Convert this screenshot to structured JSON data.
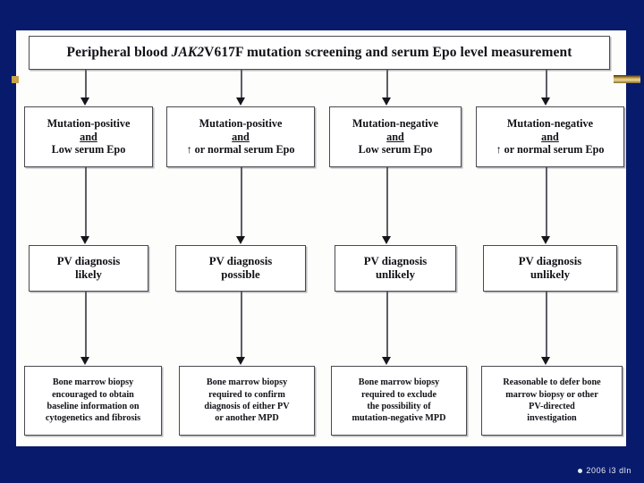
{
  "slide": {
    "background_color": "#071a6b",
    "figure_background": "#fdfdfb",
    "accent_color": "#c8a24a",
    "copyright": "2006 i3 dln"
  },
  "flowchart": {
    "title": {
      "prefix": "Peripheral blood ",
      "gene_italic": "JAK2",
      "gene_rest": "V617F",
      "suffix": " mutation screening and serum Epo level measurement",
      "full_text": "Peripheral blood JAK2V617F mutation screening and serum Epo level measurement"
    },
    "branches": [
      {
        "id": "branch-1",
        "test_result": {
          "line1": "Mutation-positive",
          "line2": "and",
          "line3": "Low serum Epo"
        },
        "diagnosis": {
          "line1": "PV diagnosis",
          "line2": "likely"
        },
        "recommendation": "Bone marrow biopsy encouraged to obtain baseline information on cytogenetics and fibrosis",
        "recommendation_lines": [
          "Bone marrow biopsy",
          "encouraged to obtain",
          "baseline information on",
          "cytogenetics and fibrosis"
        ]
      },
      {
        "id": "branch-2",
        "test_result": {
          "line1": "Mutation-positive",
          "line2": "and",
          "line3": "↑ or normal serum Epo"
        },
        "diagnosis": {
          "line1": "PV diagnosis",
          "line2": "possible"
        },
        "recommendation": "Bone marrow biopsy required to confirm diagnosis of either PV or another MPD",
        "recommendation_lines": [
          "Bone marrow biopsy",
          "required to confirm",
          "diagnosis of either PV",
          "or another MPD"
        ]
      },
      {
        "id": "branch-3",
        "test_result": {
          "line1": "Mutation-negative",
          "line2": "and",
          "line3": "Low serum Epo"
        },
        "diagnosis": {
          "line1": "PV diagnosis",
          "line2": "unlikely"
        },
        "recommendation": "Bone marrow biopsy required to exclude the possibility of mutation-negative MPD",
        "recommendation_lines": [
          "Bone marrow biopsy",
          "required to exclude",
          "the possibility of",
          "mutation-negative MPD"
        ]
      },
      {
        "id": "branch-4",
        "test_result": {
          "line1": "Mutation-negative",
          "line2": "and",
          "line3": "↑ or normal serum Epo"
        },
        "diagnosis": {
          "line1": "PV diagnosis",
          "line2": "unlikely"
        },
        "recommendation": "Reasonable to defer bone marrow biopsy or other PV-directed investigation",
        "recommendation_lines": [
          "Reasonable to defer bone",
          "marrow biopsy or other",
          "PV-directed",
          "investigation"
        ]
      }
    ]
  }
}
